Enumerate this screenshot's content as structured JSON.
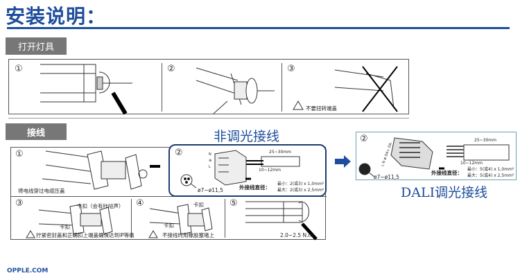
{
  "title": "安装说明：",
  "section_open": {
    "label": "打开灯具",
    "steps": [
      {
        "num": "①"
      },
      {
        "num": "②"
      },
      {
        "num": "③",
        "warning": "不要扭转端盖"
      }
    ]
  },
  "section_wiring": {
    "label": "接线",
    "non_dimming_title": "非调光接线",
    "steps": [
      {
        "num": "①",
        "caption": "将电线穿过电缆压盖"
      },
      {
        "num": "②",
        "dim1": "25~30mm",
        "dim2": "10~12mm",
        "diameter": "ø7~ø11,5",
        "spec_label": "外接线直径：",
        "spec_min": "最小：2(或3) x 1,0mm²",
        "spec_max": "最大：2(或3) x 2,5mm²",
        "terminals": [
          "N",
          "⊕",
          "L"
        ]
      },
      {
        "num": "③",
        "clip_top": "卡扣（会有咔哒声）",
        "clip_bottom": "卡扣",
        "warning": "拧紧密封盖和正确扣上端盖确保达到IP等级"
      },
      {
        "num": "④",
        "clip_top": "卡扣",
        "clip_bottom": "卡扣",
        "warning": "不接线时用橡胶塞堵上"
      },
      {
        "num": "⑤",
        "torque": "2.0~2.5 N.m"
      }
    ],
    "dali": {
      "num": "②",
      "dim1": "25~30mm",
      "dim2": "10~12mm",
      "diameter": "ø7~ø11,5",
      "spec_label": "外接线直径：",
      "spec_min": "最小：5(或4) x 1,0mm²",
      "spec_max": "最大：5(或4) x 2,5mm²",
      "terminal_label": "L N ⊕ DA+ DA-",
      "title": "DALI调光接线"
    }
  },
  "footer": "OPPLE.COM",
  "colors": {
    "brand": "#1d4d9c",
    "section": "#777777"
  }
}
